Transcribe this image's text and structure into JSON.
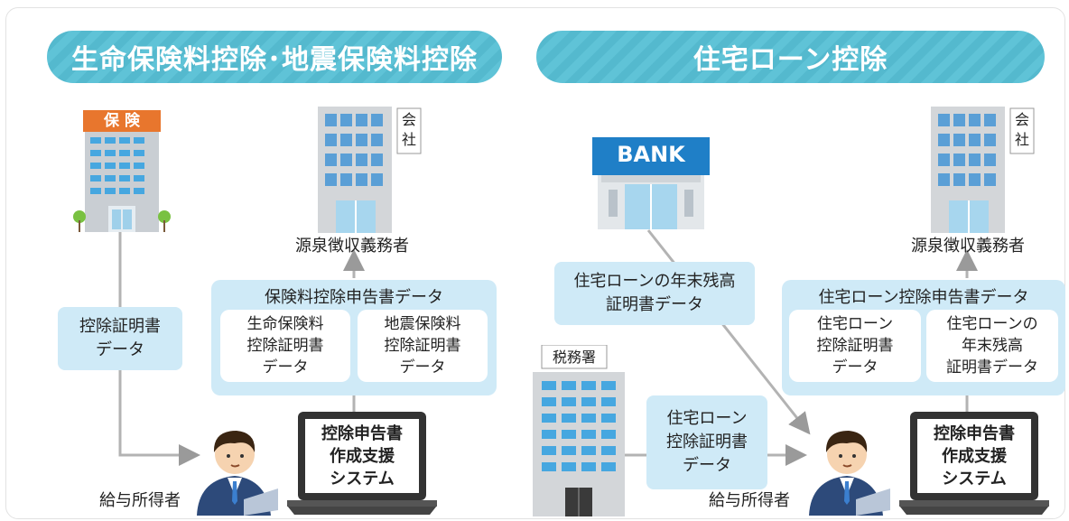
{
  "left": {
    "title": "生命保険料控除･地震保険料控除",
    "insurance_sign": "保 険",
    "company_sign": "会社",
    "withholder_label": "源泉徴収義務者",
    "cert_box": "控除証明書\nデータ",
    "declaration_title": "保険料控除申告書データ",
    "life_cert": "生命保険料\n控除証明書\nデータ",
    "quake_cert": "地震保険料\n控除証明書\nデータ",
    "system_label": "控除申告書\n作成支援\nシステム",
    "earner_label": "給与所得者"
  },
  "right": {
    "title": "住宅ローン控除",
    "bank_sign": "BANK",
    "company_sign": "会社",
    "withholder_label": "源泉徴収義務者",
    "tax_office_sign": "税務署",
    "balance_box": "住宅ローンの年末残高\n証明書データ",
    "loan_cert_box": "住宅ローン\n控除証明書\nデータ",
    "declaration_title": "住宅ローン控除申告書データ",
    "loan_cert": "住宅ローン\n控除証明書\nデータ",
    "balance_cert": "住宅ローンの\n年末残高\n証明書データ",
    "system_label": "控除申告書\n作成支援\nシステム",
    "earner_label": "給与所得者"
  },
  "colors": {
    "pill": "#5fc3d7",
    "box": "#cfeaf7",
    "arrow": "#9a9a9a",
    "insurance_roof": "#e8762d",
    "bank_sign": "#1f7fc7"
  }
}
